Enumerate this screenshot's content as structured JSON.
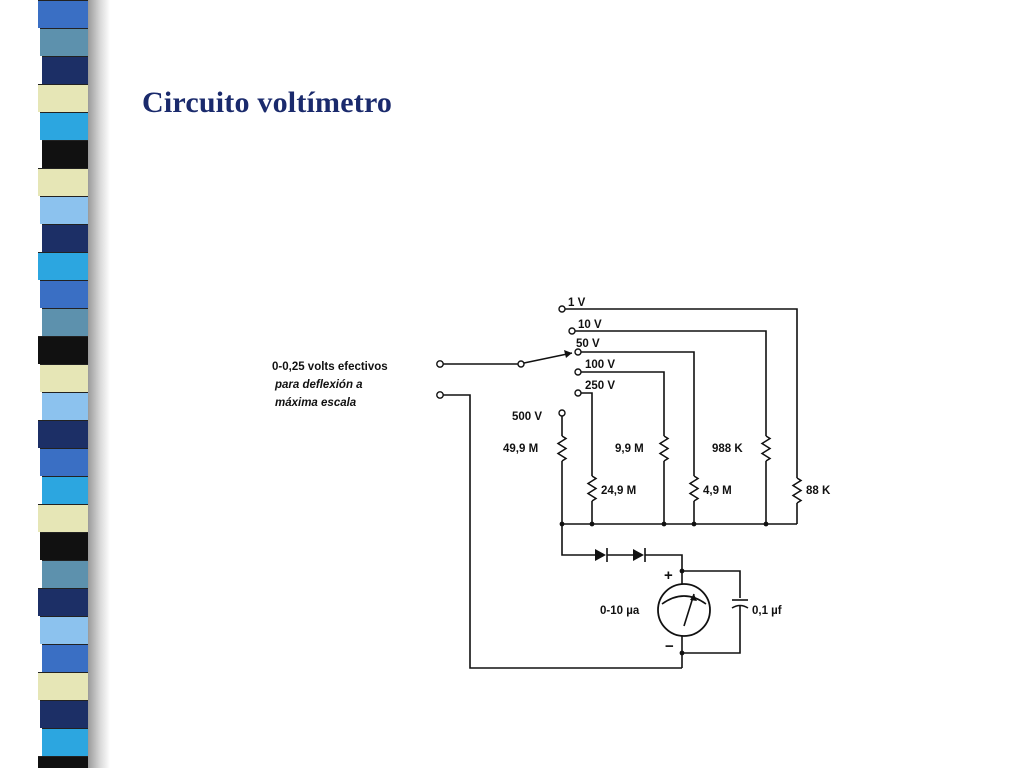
{
  "slide": {
    "title": "Circuito voltímetro"
  },
  "decoration": {
    "stripe_colors": [
      "#3a6fc4",
      "#1c2f66",
      "#e6e6b6",
      "#5d91ad",
      "#2ca6e0",
      "#8cc2ee",
      "#111111"
    ]
  },
  "circuit": {
    "input_label": [
      "0-0,25 volts efectivos",
      "para deflexión a",
      "máxima escala"
    ],
    "ranges": [
      "1 V",
      "10 V",
      "50 V",
      "100 V",
      "250 V",
      "500 V"
    ],
    "resistors": [
      "49,9 M",
      "24,9 M",
      "9,9 M",
      "4,9 M",
      "988 K",
      "88 K"
    ],
    "meter_label": "0-10 µa",
    "meter_plus": "+",
    "meter_minus": "−",
    "capacitor_label": "0,1 µf"
  }
}
